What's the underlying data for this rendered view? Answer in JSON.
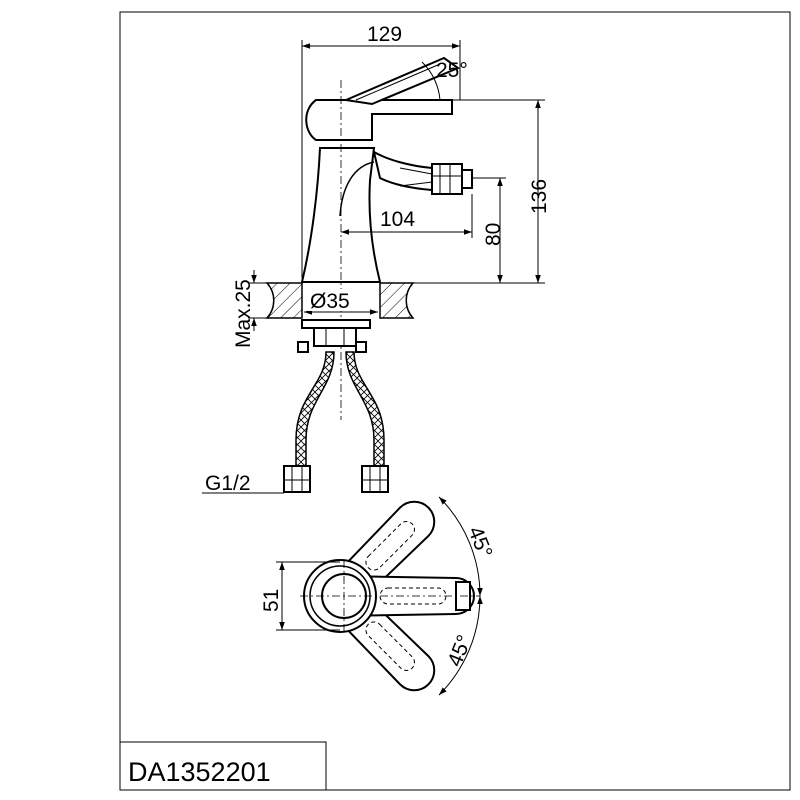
{
  "drawing": {
    "model_code": "DA1352201",
    "dimensions": {
      "overall_width": "129",
      "lever_angle": "25°",
      "overall_height": "136",
      "spout_reach": "104",
      "spout_height": "80",
      "max_deck_thickness": "Max.25",
      "base_diameter": "Ø35",
      "thread_size": "G1/2",
      "plan_depth": "51",
      "rotation_angle_upper": "45°",
      "rotation_angle_lower": "45°"
    }
  }
}
